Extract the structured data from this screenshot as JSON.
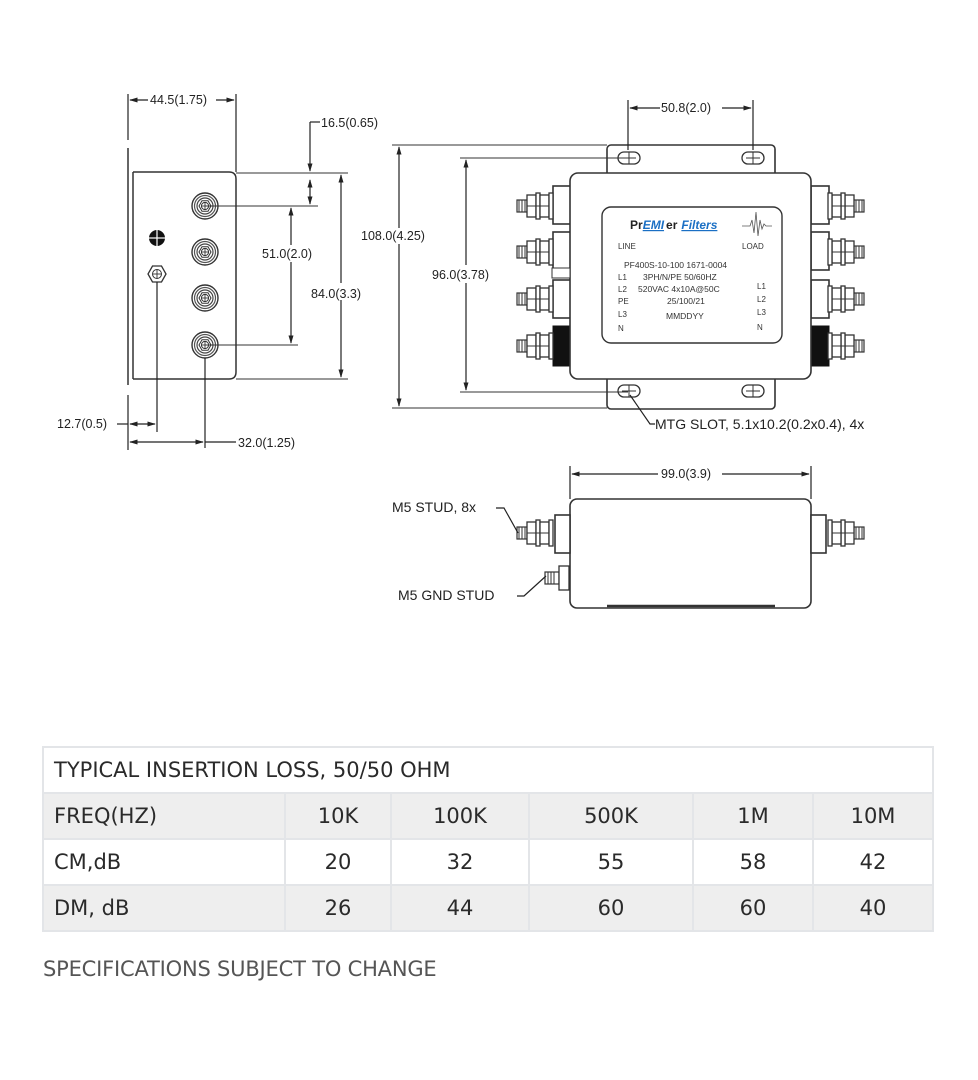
{
  "drawing": {
    "side_view": {
      "dim_width": "44.5(1.75)",
      "dim_top_offset": "16.5(0.65)",
      "dim_stud_pitch": "51.0(2.0)",
      "dim_body_height": "84.0(3.3)",
      "dim_gnd_offset": "12.7(0.5)",
      "dim_stud_offset": "32.0(1.25)"
    },
    "top_view": {
      "dim_slot_pitch": "50.8(2.0)",
      "dim_overall_height": "108.0(4.25)",
      "dim_slot_height": "96.0(3.78)",
      "mtg_slot_note": "MTG SLOT, 5.1x10.2(0.2x0.4), 4x",
      "label": {
        "brand_pr": "Pr",
        "brand_emi": "EMI",
        "brand_er": "er",
        "brand_filters": "Filters",
        "line": "LINE",
        "load": "LOAD",
        "part_number": "PF400S-10-100  1671-0004",
        "spec_line1": "3PH/N/PE  50/60HZ",
        "spec_line2": "520VAC  4x10A@50C",
        "spec_line3": "25/100/21",
        "spec_line4": "MMDDYY",
        "line_terminals": [
          "L1",
          "L2",
          "PE",
          "L3",
          "N"
        ],
        "load_terminals": [
          "L1",
          "L2",
          "L3",
          "N"
        ]
      },
      "brand_color": "#1a6fc4"
    },
    "front_view": {
      "dim_body_length": "99.0(3.9)",
      "stud_note": "M5 STUD, 8x",
      "gnd_stud_note": "M5 GND STUD"
    }
  },
  "insertion_loss_table": {
    "title": "TYPICAL INSERTION LOSS, 50/50 OHM",
    "header": {
      "label": "FREQ(HZ)",
      "frequencies": [
        "10K",
        "100K",
        "500K",
        "1M",
        "10M"
      ]
    },
    "rows": [
      {
        "label": "CM,dB",
        "values": [
          "20",
          "32",
          "55",
          "58",
          "42"
        ]
      },
      {
        "label": "DM, dB",
        "values": [
          "26",
          "44",
          "60",
          "60",
          "40"
        ]
      }
    ]
  },
  "footer_note": "SPECIFICATIONS SUBJECT TO CHANGE"
}
